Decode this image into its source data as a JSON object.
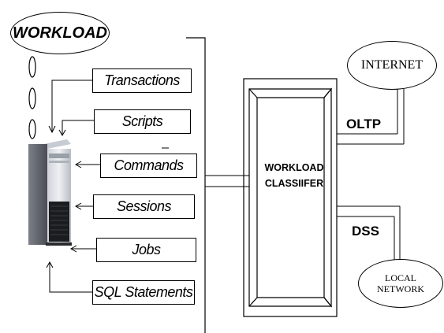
{
  "workload": {
    "title": "WORKLOAD"
  },
  "inputs": [
    "Transactions",
    "Scripts",
    "Commands",
    "Sessions",
    "Jobs",
    "SQL Statements"
  ],
  "classifier": {
    "line1": "WORKLOAD",
    "line2": "CLASSIIFER"
  },
  "internet": {
    "label": "INTERNET"
  },
  "local_network": {
    "line1": "LOCAL",
    "line2": "NETWORK"
  },
  "connections": {
    "oltp": "OLTP",
    "dss": "DSS"
  },
  "server_icon": "server-tower-icon"
}
